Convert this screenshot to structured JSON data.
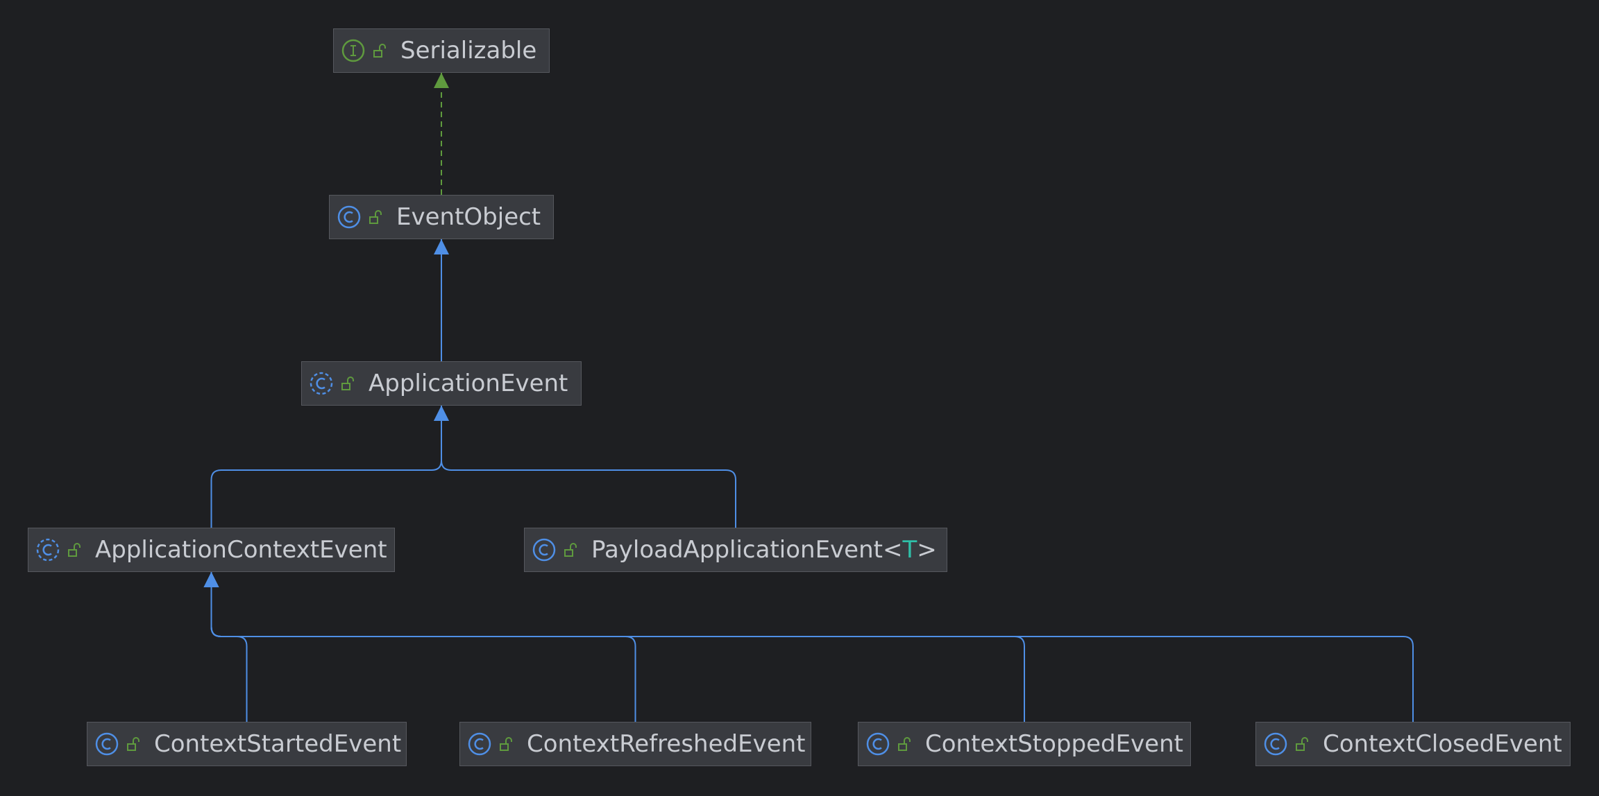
{
  "diagram": {
    "nodes": [
      {
        "id": "serializable",
        "name": "Serializable",
        "kind": "interface",
        "icon": "interface-icon",
        "visibility_icon": "public-lock-icon"
      },
      {
        "id": "eventobject",
        "name": "EventObject",
        "kind": "class",
        "icon": "class-icon",
        "visibility_icon": "public-lock-icon"
      },
      {
        "id": "applicationevent",
        "name": "ApplicationEvent",
        "kind": "abstract-class",
        "icon": "abstract-class-icon",
        "visibility_icon": "public-lock-icon"
      },
      {
        "id": "applicationcontextevent",
        "name": "ApplicationContextEvent",
        "kind": "abstract-class",
        "icon": "abstract-class-icon",
        "visibility_icon": "public-lock-icon"
      },
      {
        "id": "payloadapplicationevent",
        "name": "PayloadApplicationEvent<",
        "type_param": "T",
        "name_suffix": ">",
        "kind": "class",
        "icon": "class-icon",
        "visibility_icon": "public-lock-icon"
      },
      {
        "id": "contextstartedevent",
        "name": "ContextStartedEvent",
        "kind": "class",
        "icon": "class-icon",
        "visibility_icon": "public-lock-icon"
      },
      {
        "id": "contextrefreshedevent",
        "name": "ContextRefreshedEvent",
        "kind": "class",
        "icon": "class-icon",
        "visibility_icon": "public-lock-icon"
      },
      {
        "id": "contextstoppedevent",
        "name": "ContextStoppedEvent",
        "kind": "class",
        "icon": "class-icon",
        "visibility_icon": "public-lock-icon"
      },
      {
        "id": "contextclosedevent",
        "name": "ContextClosedEvent",
        "kind": "class",
        "icon": "class-icon",
        "visibility_icon": "public-lock-icon"
      }
    ],
    "edges": [
      {
        "from": "eventobject",
        "to": "serializable",
        "type": "implements"
      },
      {
        "from": "applicationevent",
        "to": "eventobject",
        "type": "extends"
      },
      {
        "from": "applicationcontextevent",
        "to": "applicationevent",
        "type": "extends"
      },
      {
        "from": "payloadapplicationevent",
        "to": "applicationevent",
        "type": "extends"
      },
      {
        "from": "contextstartedevent",
        "to": "applicationcontextevent",
        "type": "extends"
      },
      {
        "from": "contextrefreshedevent",
        "to": "applicationcontextevent",
        "type": "extends"
      },
      {
        "from": "contextstoppedevent",
        "to": "applicationcontextevent",
        "type": "extends"
      },
      {
        "from": "contextclosedevent",
        "to": "applicationcontextevent",
        "type": "extends"
      }
    ]
  },
  "colors": {
    "background": "#1e1f22",
    "node_fill": "#393b40",
    "node_border": "#56585e",
    "label": "#c9ccd2",
    "type_param": "#2fbfa8",
    "extends_edge": "#4f8fe6",
    "implements_edge": "#5f9a3e",
    "class_icon": "#4f8fe6",
    "interface_icon": "#5f9a3e",
    "visibility_icon": "#5f9a3e"
  }
}
